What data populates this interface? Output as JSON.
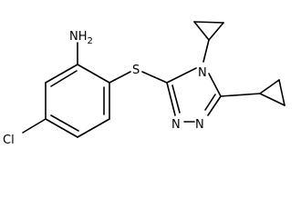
{
  "molecule": {
    "labels": {
      "amine": "NH",
      "amine_subscript": "2",
      "thioether": "S",
      "ring_n4": "N",
      "ring_n1": "N",
      "ring_n2": "N",
      "chloro": "Cl"
    }
  }
}
